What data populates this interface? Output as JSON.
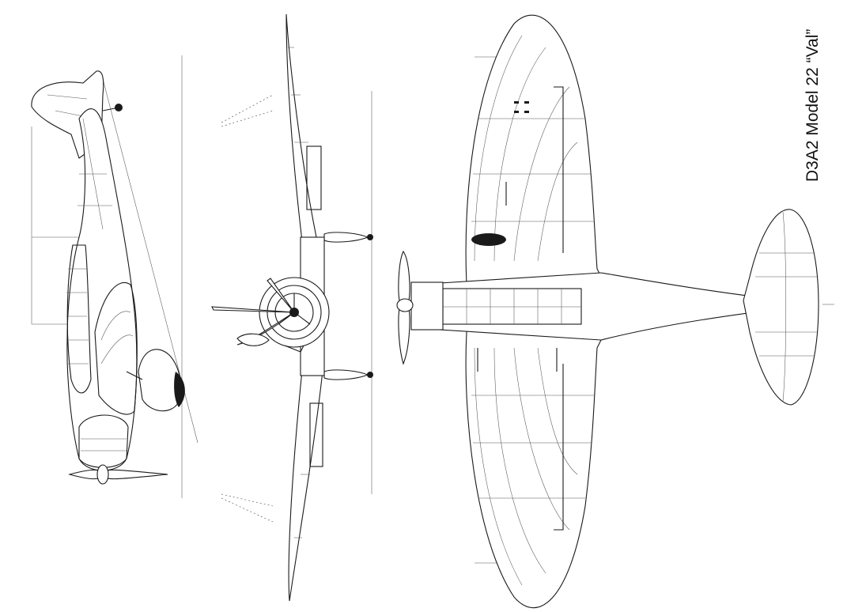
{
  "title": "D3A2  Model 22 “Val”",
  "views": [
    {
      "id": "side",
      "kind": "side-view"
    },
    {
      "id": "front",
      "kind": "front-view"
    },
    {
      "id": "top",
      "kind": "top-view"
    }
  ],
  "colors": {
    "ink": "#1a1a1a",
    "paper": "#ffffff"
  }
}
